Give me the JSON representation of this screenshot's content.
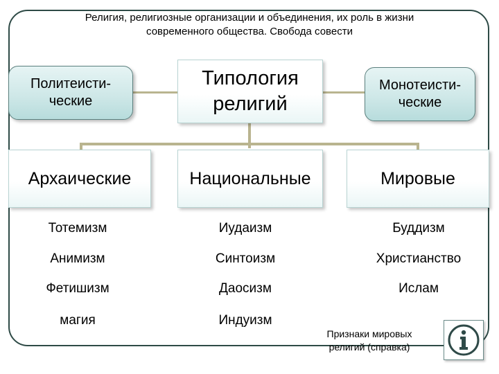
{
  "title": {
    "line1": "Религия, религиозные организации и объединения, их роль в жизни",
    "line2": "современного общества. Свобода совести"
  },
  "nodes": {
    "polytheistic": {
      "line1": "Политеисти-",
      "line2": "ческие"
    },
    "typology": {
      "line1": "Типология",
      "line2": "религий"
    },
    "monotheistic": {
      "line1": "Монотеисти-",
      "line2": "ческие"
    },
    "archaic": "Архаические",
    "national": "Национальные",
    "world": "Мировые"
  },
  "columns": {
    "archaic": [
      "Тотемизм",
      "Анимизм",
      "Фетишизм",
      "магия"
    ],
    "national": [
      "Иудаизм",
      "Синтоизм",
      "Даосизм",
      "Индуизм"
    ],
    "world": [
      "Буддизм",
      "Христианство",
      "Ислам"
    ]
  },
  "note": {
    "line1": "Признаки мировых",
    "line2": "религий (справка)"
  },
  "icons": {
    "info": "info-icon"
  },
  "colors": {
    "frame": "#2e4a46",
    "teal_fill": "#cfe8e8",
    "connector": "#b9b48f",
    "info_icon": "#2f4a48"
  }
}
